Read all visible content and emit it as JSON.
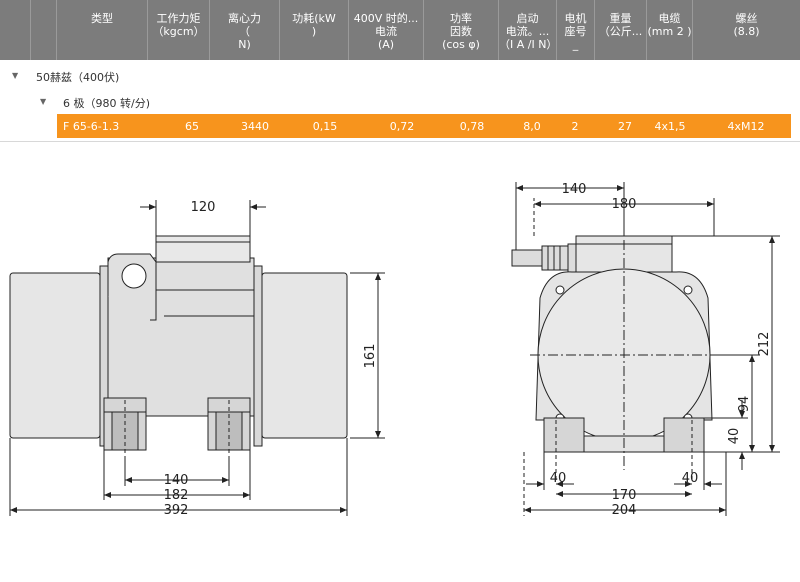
{
  "table": {
    "headers": [
      {
        "label": "类型"
      },
      {
        "label": "工作力矩\n（kgcm）"
      },
      {
        "label": "离心力\n（\nN)"
      },
      {
        "label": "功耗(kW\n)"
      },
      {
        "label": "400V 时的...\n电流\n(A)"
      },
      {
        "label": "功率\n因数\n(cos φ)"
      },
      {
        "label": "启动\n电流。...\n（I A /I N）"
      },
      {
        "label": "电机\n座号\n_"
      },
      {
        "label": "重量\n（公斤..."
      },
      {
        "label": "电缆\n(mm 2 )"
      },
      {
        "label": "螺丝\n(8.8)"
      }
    ],
    "group1": "50赫兹（400伏)",
    "group2": "6 极（980 转/分)",
    "row": {
      "type": "F 65-6-1.3",
      "torque": "65",
      "force": "3440",
      "power": "0,15",
      "current": "0,72",
      "pf": "0,78",
      "start": "8,0",
      "frame": "2",
      "weight": "27",
      "cable": "4x1,5",
      "screw": "4xM12"
    }
  },
  "drawing": {
    "dims": {
      "d120": "120",
      "d161": "161",
      "d140a": "140",
      "d182": "182",
      "d392": "392",
      "d140b": "140",
      "d180": "180",
      "d212": "212",
      "d94": "94",
      "d40v": "40",
      "d40l": "40",
      "d170": "170",
      "d40r": "40",
      "d204": "204"
    }
  }
}
